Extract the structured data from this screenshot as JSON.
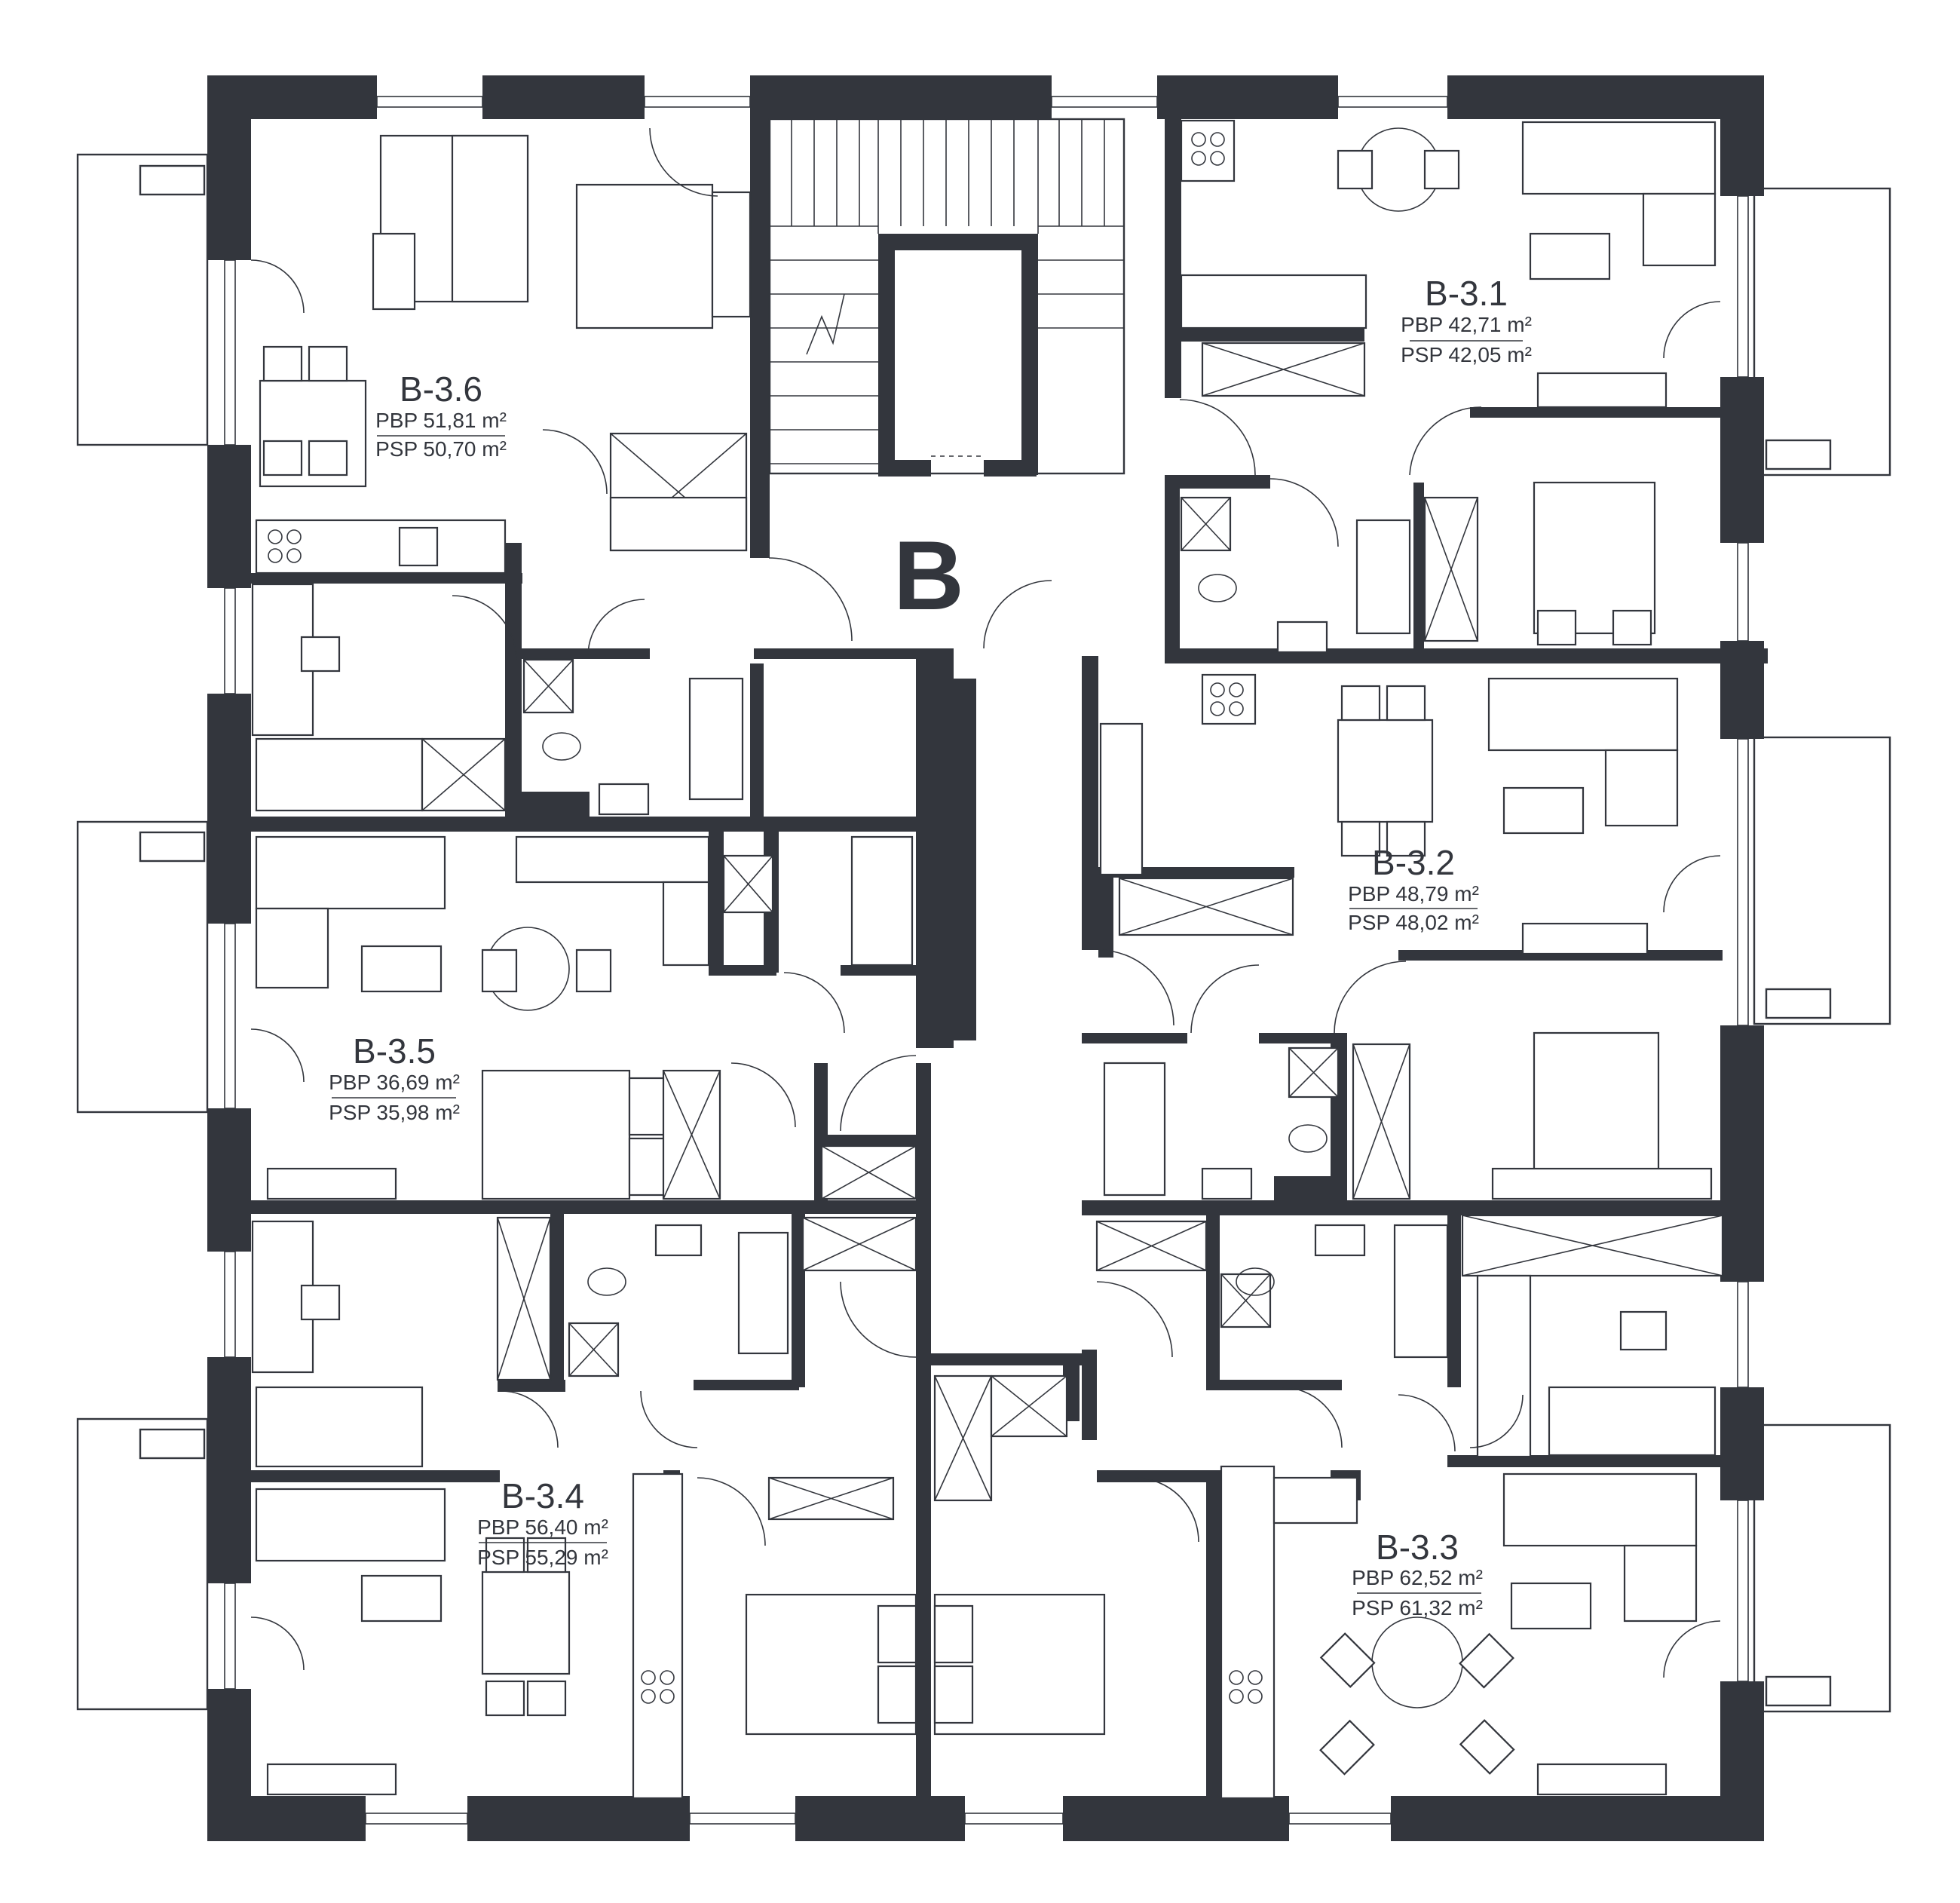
{
  "building_label": "B",
  "units": [
    {
      "id": "B-3.1",
      "pbp": "PBP 42,71 m²",
      "psp": "PSP 42,05 m²"
    },
    {
      "id": "B-3.2",
      "pbp": "PBP 48,79  m²",
      "psp": "PSP 48,02 m²"
    },
    {
      "id": "B-3.3",
      "pbp": "PBP 62,52 m²",
      "psp": "PSP 61,32 m²"
    },
    {
      "id": "B-3.4",
      "pbp": "PBP 56,40 m²",
      "psp": "PSP 55,29 m²"
    },
    {
      "id": "B-3.5",
      "pbp": "PBP 36,69 m²",
      "psp": "PSP 35,98 m²"
    },
    {
      "id": "B-3.6",
      "pbp": "PBP 51,81 m²",
      "psp": "PSP 50,70 m²"
    }
  ],
  "colors": {
    "wall": "#33363d",
    "background": "#ffffff"
  }
}
